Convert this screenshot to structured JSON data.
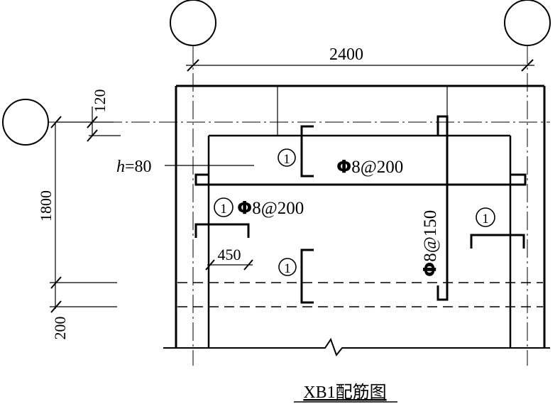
{
  "dimensions": {
    "span": "2400",
    "top_offset": "120",
    "panel_length": "1800",
    "bottom_offset": "200",
    "hook_length": "450"
  },
  "labels": {
    "thickness_var": "h",
    "thickness_value": "=80",
    "top_bar": "8@200",
    "left_bar": "8@200",
    "vertical_bar": "8@150",
    "rebar_symbol": "Φ",
    "bar_mark": "1"
  },
  "caption": "XB1配筋图"
}
